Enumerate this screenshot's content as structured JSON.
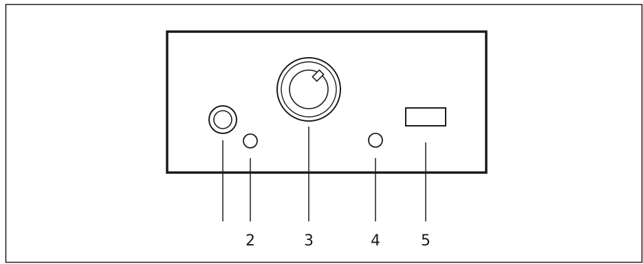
{
  "diagram": {
    "callouts": [
      {
        "id": "1",
        "label": ""
      },
      {
        "id": "2",
        "label": "2"
      },
      {
        "id": "3",
        "label": "3"
      },
      {
        "id": "4",
        "label": "4"
      },
      {
        "id": "5",
        "label": "5"
      }
    ],
    "colors": {
      "line": "#1a1a1a",
      "background": "#ffffff"
    }
  }
}
